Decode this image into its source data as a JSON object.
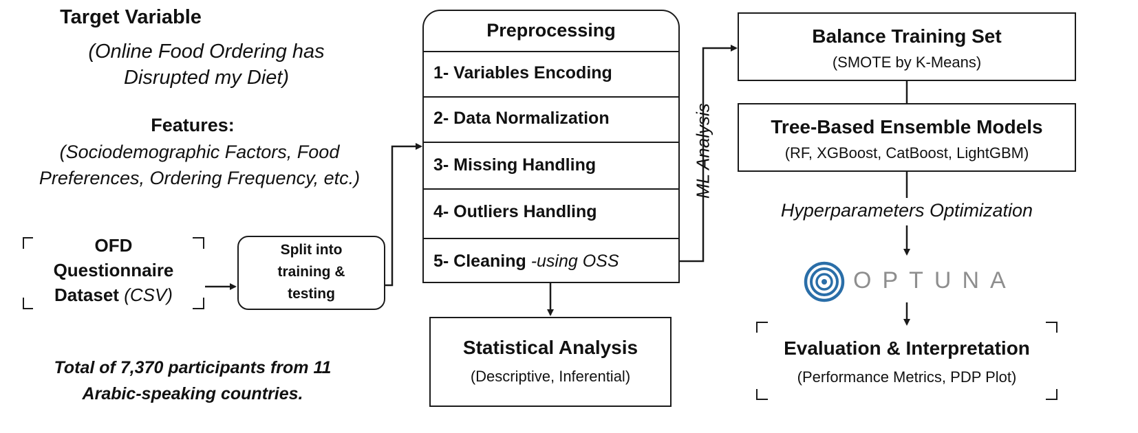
{
  "target": {
    "title": "Target Variable",
    "subtitle_line1": "(Online Food Ordering has",
    "subtitle_line2": "Disrupted my Diet)"
  },
  "features": {
    "title": "Features:",
    "line1": "(Sociodemographic Factors, Food",
    "line2": "Preferences, Ordering Frequency, etc.)"
  },
  "dataset": {
    "line1": "OFD",
    "line2": "Questionnaire",
    "line3_bold": "Dataset",
    "line3_italic": "(CSV)"
  },
  "split": {
    "line1": "Split into",
    "line2": "training &",
    "line3": "testing"
  },
  "total": {
    "line1": "Total of 7,370 participants from 11",
    "line2": "Arabic-speaking countries."
  },
  "preprocessing": {
    "title": "Preprocessing",
    "steps": [
      "1- Variables Encoding",
      "2- Data Normalization",
      "3- Missing Handling",
      "4- Outliers Handling"
    ],
    "step5_bold": "5- Cleaning",
    "step5_italic": "-using OSS"
  },
  "statistical": {
    "title": "Statistical Analysis",
    "subtitle": "(Descriptive, Inferential)"
  },
  "ml_label": "ML Analysis",
  "balance": {
    "title": "Balance Training Set",
    "subtitle": "(SMOTE by K-Means)"
  },
  "ensemble": {
    "title": "Tree-Based Ensemble Models",
    "subtitle": "(RF, XGBoost, CatBoost, LightGBM)"
  },
  "hyper_label": "Hyperparameters Optimization",
  "optuna": {
    "wordmark": "OPTUNA",
    "colors": {
      "ring": "#2a6ea8",
      "text": "#8e8e8e"
    }
  },
  "evaluation": {
    "title": "Evaluation & Interpretation",
    "subtitle": "(Performance Metrics, PDP Plot)"
  }
}
